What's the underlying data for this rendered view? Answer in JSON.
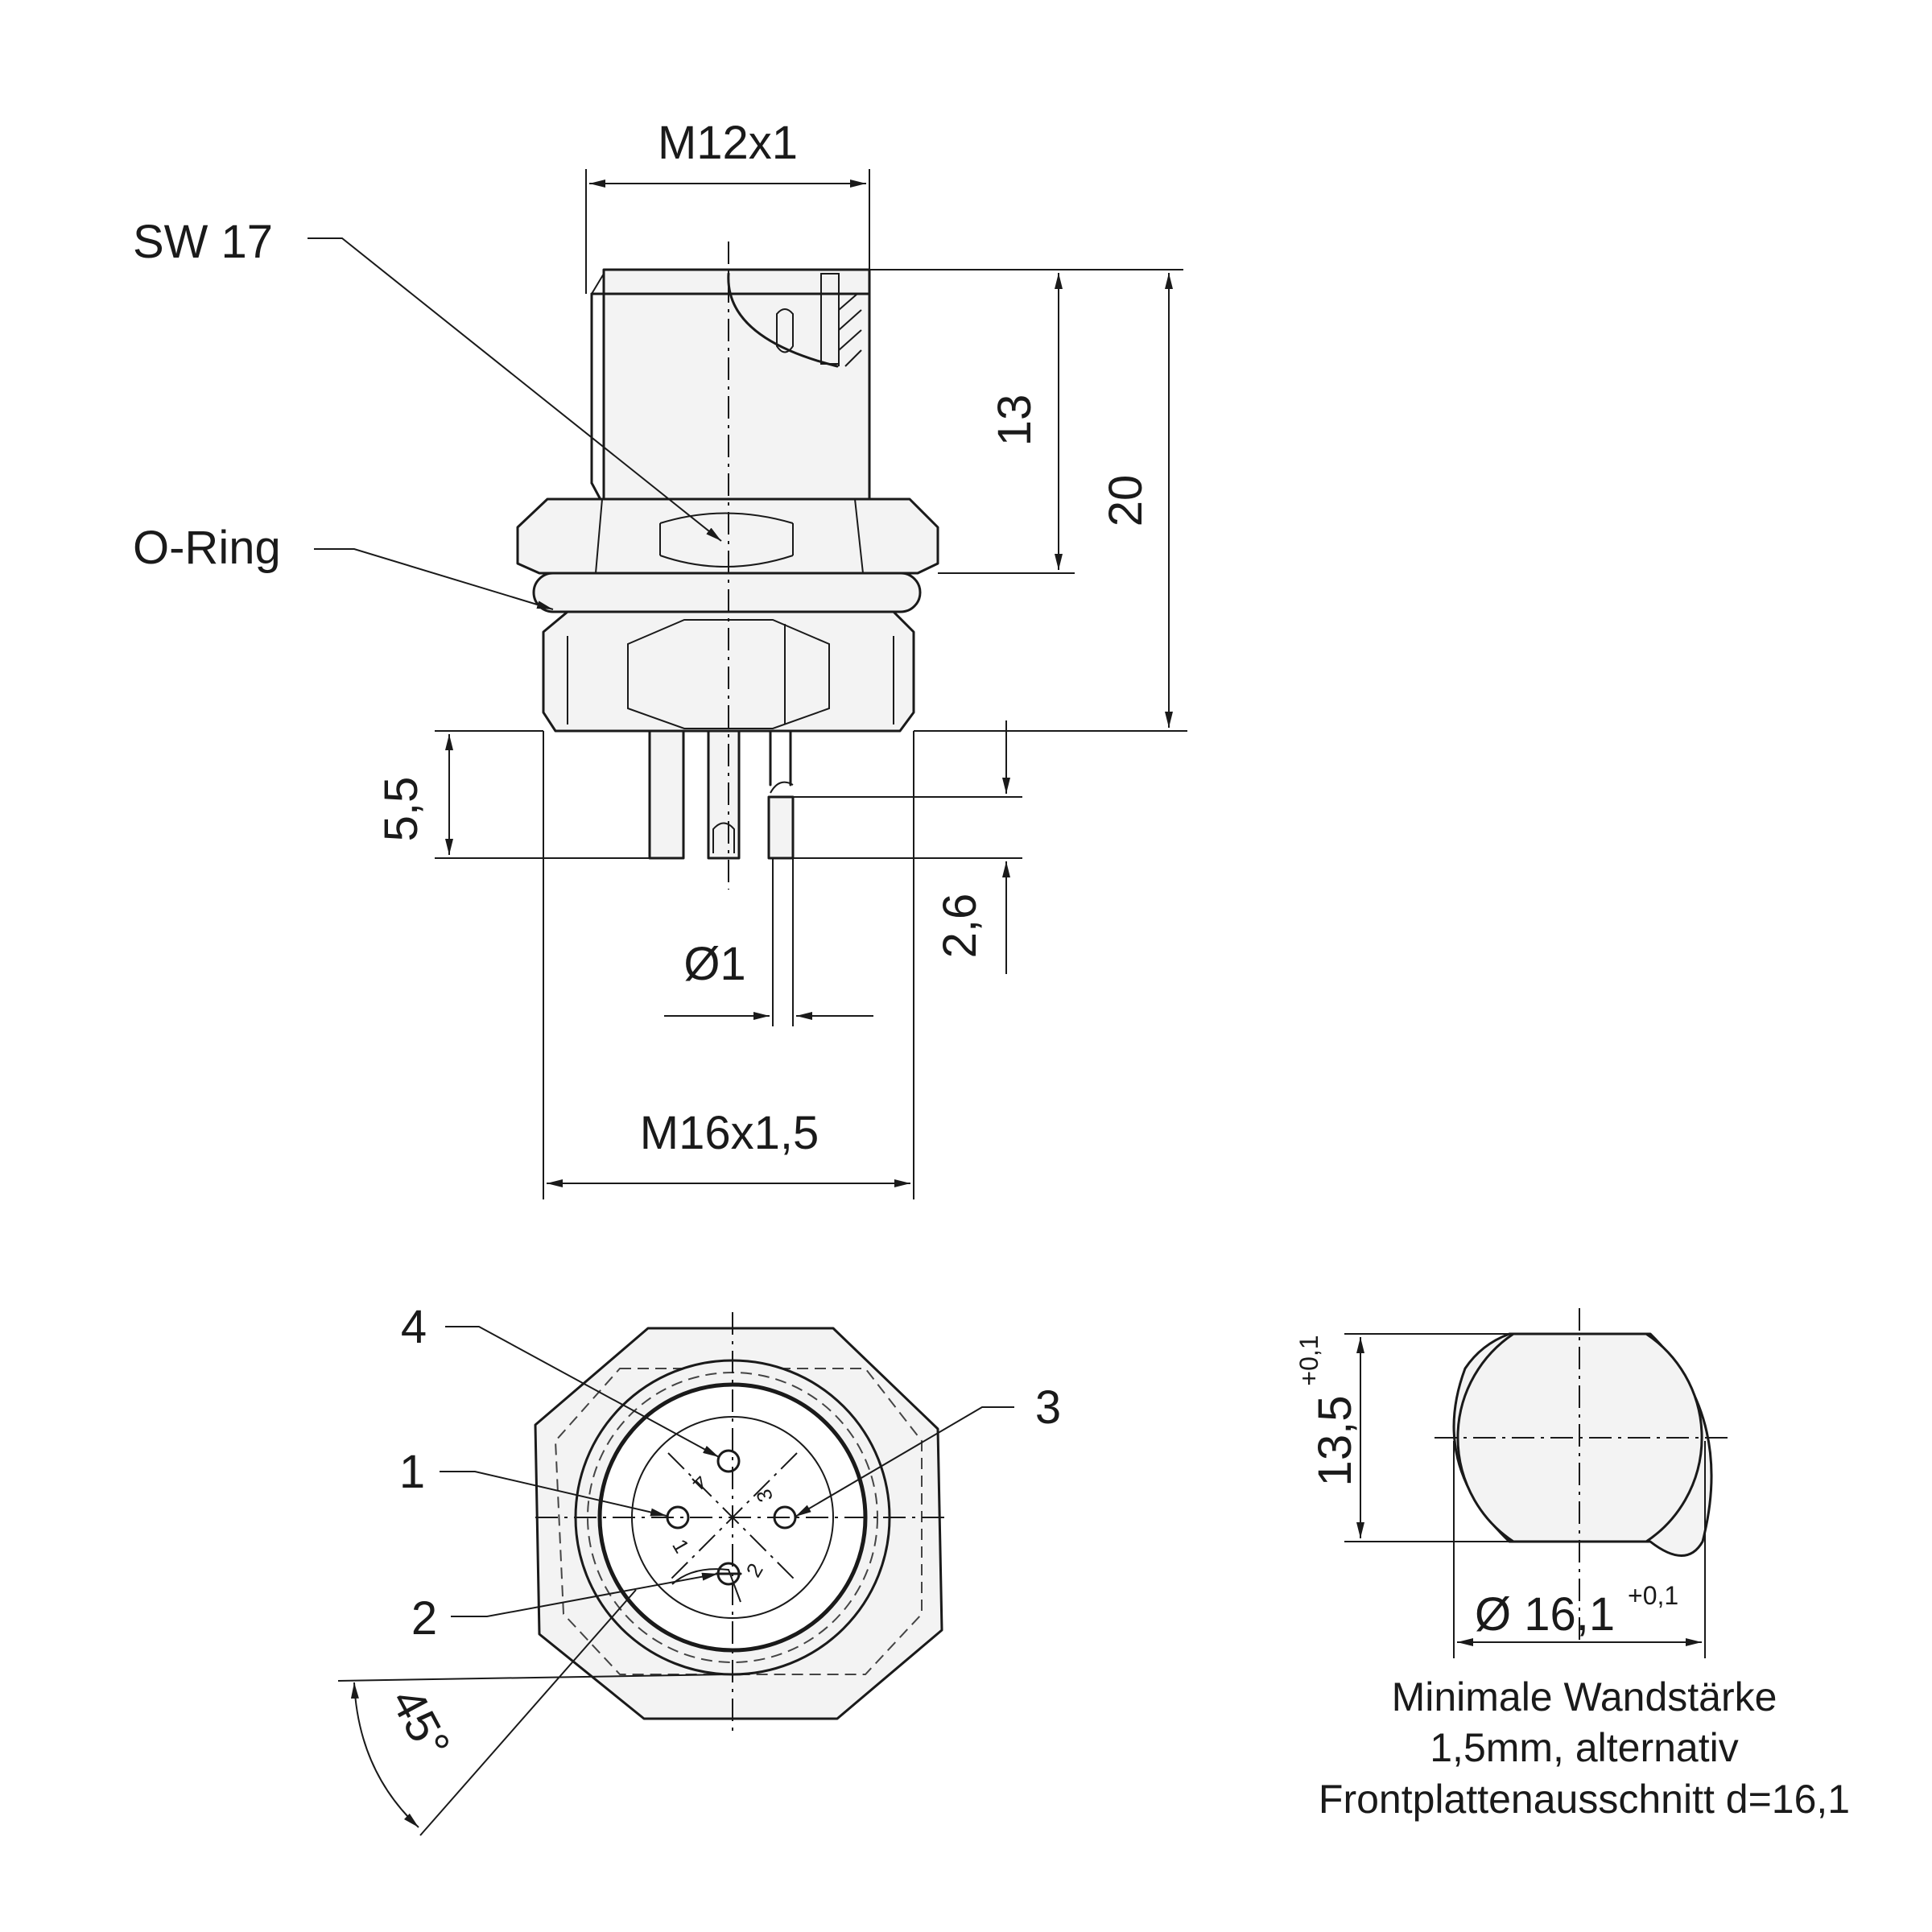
{
  "side_view": {
    "thread_top": "M12x1",
    "wrench_size": "SW 17",
    "o_ring": "O-Ring",
    "dim_13": "13",
    "dim_20": "20",
    "dim_5_5": "5,5",
    "dim_2_6": "2,6",
    "pin_diameter": "Ø1",
    "thread_bottom": "M16x1,5"
  },
  "front_view": {
    "pins": [
      "1",
      "2",
      "3",
      "4"
    ],
    "angle": "45°"
  },
  "cutout": {
    "height": "13,5",
    "height_tol": "+0,1",
    "diameter": "Ø 16,1",
    "diameter_tol": "+0,1",
    "note_lines": [
      "Minimale Wandstärke",
      "1,5mm, alternativ",
      "Frontplattenausschnitt d=16,1"
    ]
  }
}
